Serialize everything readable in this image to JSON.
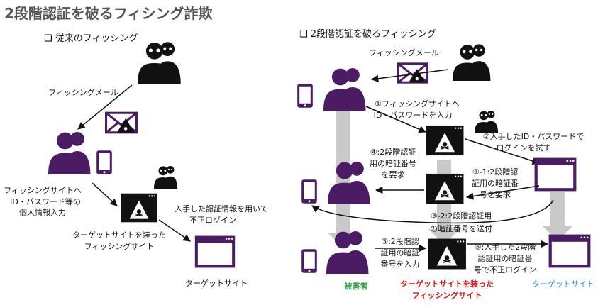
{
  "title": "2段階認証を破るフィシング詐欺",
  "colors": {
    "purple": "#4B1B63",
    "black": "#111111",
    "title_gray": "#555555",
    "victim_green": "#2E9E44",
    "phishing_red": "#E3151B",
    "target_blue": "#2C95D6",
    "flow_gray": "#C9C9C9"
  },
  "left": {
    "heading": "❑ 従来のフィッシング",
    "mail_label": "フィッシングメール",
    "input_label": [
      "フィッシングサイトへ",
      "ID・パスワード等の",
      "個人情報入力"
    ],
    "reuse_label": [
      "入手した認証情報を用いて",
      "不正ログイン"
    ],
    "fake_site_label": [
      "ターゲットサイトを装った",
      "フィッシングサイト"
    ],
    "target_label": "ターゲットサイト"
  },
  "right": {
    "heading": "❑ 2段階認証を破るフィッシング",
    "mail_label": "フィッシングメール",
    "step1": [
      "①フィッシングサイトへ",
      "ID・パスワードを入力"
    ],
    "step2": [
      "②入手したID・パスワードで",
      "ログインを試す"
    ],
    "step3_1": [
      "③-1:2段階認",
      "証用の暗証番",
      "号を要求"
    ],
    "step4": [
      "④:2段階認証",
      "用の暗証番号",
      "を要求"
    ],
    "step3_2": [
      "③-2:2段階認証用",
      "の暗証番号を送付"
    ],
    "step5": [
      "⑤:2段階認",
      "証用の暗証",
      "番号を入力"
    ],
    "step6": [
      "⑥:入手した2段階",
      "認証用の暗証番",
      "号で不正ログイン"
    ],
    "victim_label": "被害者",
    "phishing_label": [
      "ターゲットサイトを装った",
      "フィッシングサイト"
    ],
    "target_label": "ターゲットサイト"
  }
}
